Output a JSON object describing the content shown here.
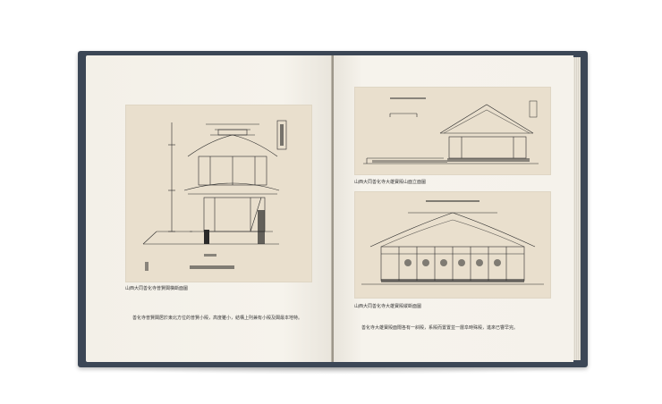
{
  "left_page": {
    "plate_caption": "山西大同善化寺普賢閣橫斷面圖",
    "body_text": "善化寺普賢閣居於東北方位的普賢小殿，高度雖小，結構上則兼有小殿及閣最本地特。"
  },
  "right_page": {
    "top_plate_caption": "山西大同善化寺大雄寶殿山面立面圖",
    "bottom_plate_caption": "山西大同善化寺大雄寶殿縱斷面圖",
    "body_text": "善化寺大雄寶殿面闊各有一斜殿，系殿而置置並一層阜時殊殿，進來已響早完。"
  },
  "colors": {
    "cover": "#3c4756",
    "paper": "#f4f1ea",
    "plate": "#e9dfcd",
    "ink": "#2a2a2a"
  }
}
